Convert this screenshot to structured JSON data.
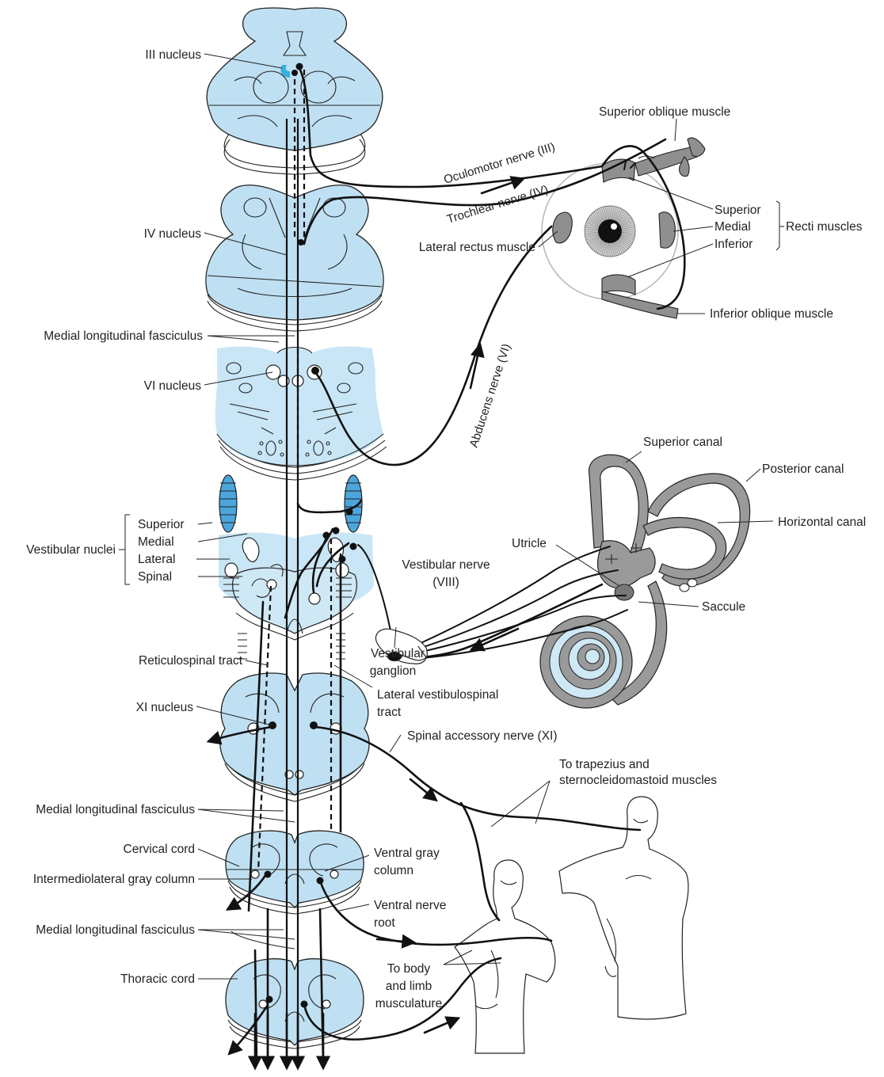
{
  "labels": {
    "iii_nucleus": "III nucleus",
    "iv_nucleus": "IV nucleus",
    "mlf": "Medial longitudinal fasciculus",
    "vi_nucleus": "VI nucleus",
    "vestibular_nuclei": "Vestibular nuclei",
    "superior": "Superior",
    "medial": "Medial",
    "lateral": "Lateral",
    "spinal": "Spinal",
    "reticulospinal_tract": "Reticulospinal tract",
    "xi_nucleus": "XI nucleus",
    "cervical_cord": "Cervical cord",
    "intermediolateral_gray_column": "Intermediolateral gray column",
    "thoracic_cord": "Thoracic cord",
    "superior_oblique_muscle": "Superior oblique muscle",
    "oculomotor_nerve": "Oculomotor nerve (III)",
    "trochlear_nerve": "Trochlear nerve (IV)",
    "lateral_rectus_muscle": "Lateral rectus muscle",
    "recti_superior": "Superior",
    "recti_medial": "Medial",
    "recti_inferior": "Inferior",
    "recti_muscles": "Recti muscles",
    "inferior_oblique_muscle": "Inferior oblique muscle",
    "abducens_nerve": "Abducens nerve (VI)",
    "superior_canal": "Superior canal",
    "posterior_canal": "Posterior canal",
    "horizontal_canal": "Horizontal canal",
    "utricle": "Utricle",
    "vestibular_nerve_1": "Vestibular nerve",
    "vestibular_nerve_2": "(VIII)",
    "saccule": "Saccule",
    "vestibular_ganglion_1": "Vestibular",
    "vestibular_ganglion_2": "ganglion",
    "lateral_vestibulospinal_1": "Lateral vestibulospinal",
    "lateral_vestibulospinal_2": "tract",
    "spinal_accessory_nerve": "Spinal accessory nerve (XI)",
    "to_trapezius_1": "To trapezius and",
    "to_trapezius_2": "sternocleidomastoid muscles",
    "ventral_gray_column_1": "Ventral gray",
    "ventral_gray_column_2": "column",
    "ventral_nerve_root_1": "Ventral nerve",
    "ventral_nerve_root_2": "root",
    "to_body_1": "To body",
    "to_body_2": "and limb",
    "to_body_3": "musculature"
  }
}
